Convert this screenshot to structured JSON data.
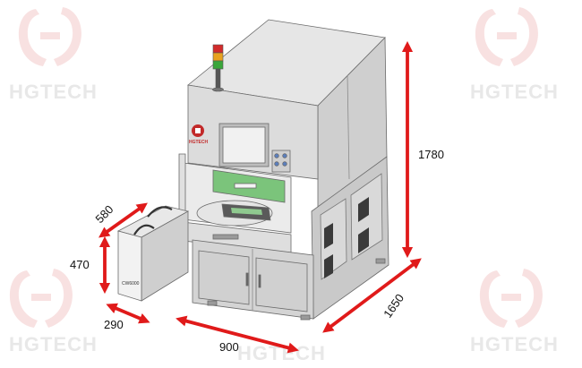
{
  "watermark": {
    "text": "HGTECH",
    "color": "#f2c8c8"
  },
  "machine": {
    "brand_label": "HGTECH",
    "chiller_label": "CW6000",
    "stack_light_colors": [
      "#d22b2b",
      "#e8a220",
      "#3aa63a"
    ],
    "dimension_color": "#e01a1a"
  },
  "dimensions": {
    "height": "1780",
    "depth": "1650",
    "width": "900",
    "chiller_depth": "580",
    "chiller_height": "470",
    "chiller_width": "290"
  }
}
